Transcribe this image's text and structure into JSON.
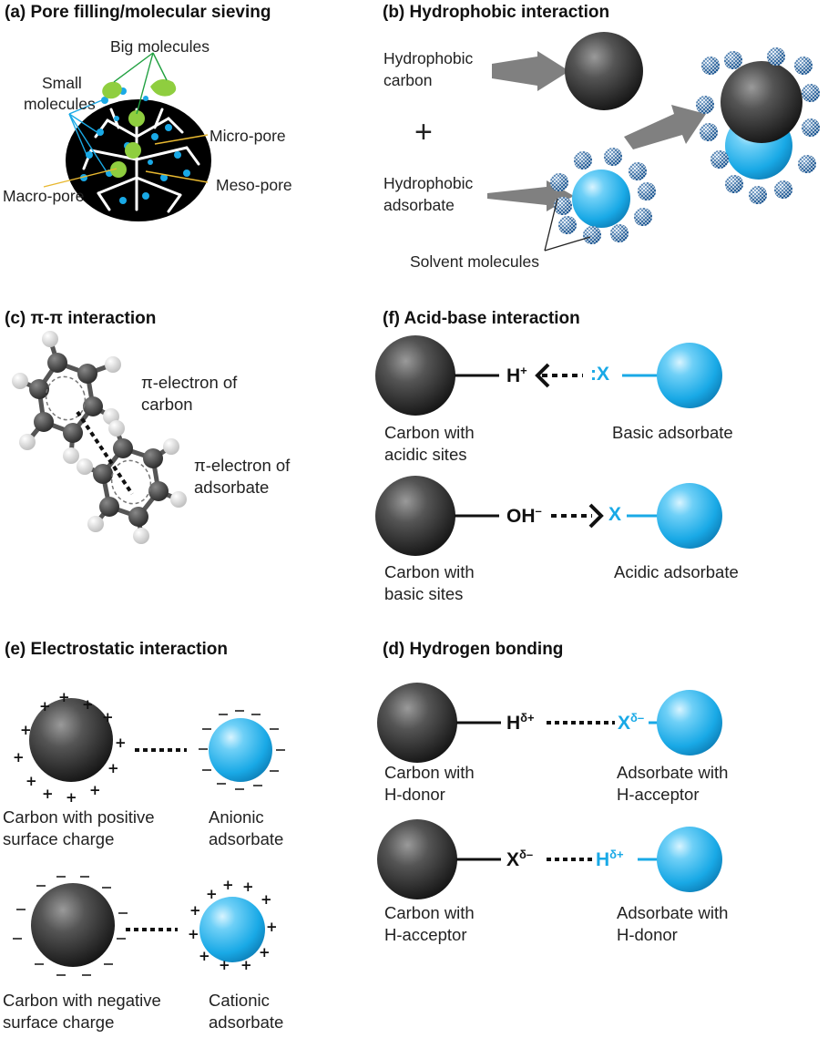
{
  "panels": {
    "a": {
      "title": "(a) Pore filling/molecular sieving",
      "big_molecules": "Big molecules",
      "small_molecules_1": "Small",
      "small_molecules_2": "molecules",
      "micro_pore": "Micro-pore",
      "meso_pore": "Meso-pore",
      "macro_pore": "Macro-pore"
    },
    "b": {
      "title": "(b) Hydrophobic interaction",
      "hydrophobic_carbon_1": "Hydrophobic",
      "hydrophobic_carbon_2": "carbon",
      "plus": "+",
      "hydrophobic_adsorbate_1": "Hydrophobic",
      "hydrophobic_adsorbate_2": "adsorbate",
      "solvent_molecules": "Solvent molecules"
    },
    "c": {
      "title": "(c) π-π interaction",
      "pi_carbon_1": "π-electron of",
      "pi_carbon_2": "carbon",
      "pi_adsorbate_1": "π-electron of",
      "pi_adsorbate_2": "adsorbate"
    },
    "f": {
      "title": "(f) Acid-base interaction",
      "h_plus": "H",
      "h_plus_sup": "+",
      "x_basic": ":X",
      "carbon_acidic_1": "Carbon with",
      "carbon_acidic_2": "acidic sites",
      "basic_adsorbate": "Basic adsorbate",
      "oh_minus": "OH",
      "oh_minus_sup": "–",
      "x_acidic": "X",
      "carbon_basic_1": "Carbon with",
      "carbon_basic_2": "basic sites",
      "acidic_adsorbate": "Acidic adsorbate"
    },
    "e": {
      "title": "(e) Electrostatic interaction",
      "carbon_positive_1": "Carbon with positive",
      "carbon_positive_2": "surface charge",
      "anionic_1": "Anionic",
      "anionic_2": "adsorbate",
      "carbon_negative_1": "Carbon with negative",
      "carbon_negative_2": "surface charge",
      "cationic_1": "Cationic",
      "cationic_2": "adsorbate"
    },
    "d": {
      "title": "(d) Hydrogen bonding",
      "h_delta_plus": "H",
      "h_delta_plus_sup": "δ+",
      "x_delta_minus": "X",
      "x_delta_minus_sup": "δ–",
      "carbon_h_donor_1": "Carbon with",
      "carbon_h_donor_2": "H-donor",
      "adsorbate_h_acceptor_1": "Adsorbate with",
      "adsorbate_h_acceptor_2": "H-acceptor",
      "x2_delta_minus": "X",
      "x2_delta_minus_sup": "δ–",
      "h2_delta_plus": "H",
      "h2_delta_plus_sup": "δ+",
      "carbon_h_acceptor_1": "Carbon with",
      "carbon_h_acceptor_2": "H-acceptor",
      "adsorbate_h_donor_1": "Adsorbate with",
      "adsorbate_h_donor_2": "H-donor"
    }
  },
  "colors": {
    "carbon": "#2b2b2b",
    "adsorbate": "#19a9e6",
    "molecule_green": "#8fce3f",
    "pointer_blue": "#19a9e6",
    "pointer_green": "#20a040",
    "pointer_yellow": "#e8b830",
    "arrow_gray": "#808080"
  }
}
